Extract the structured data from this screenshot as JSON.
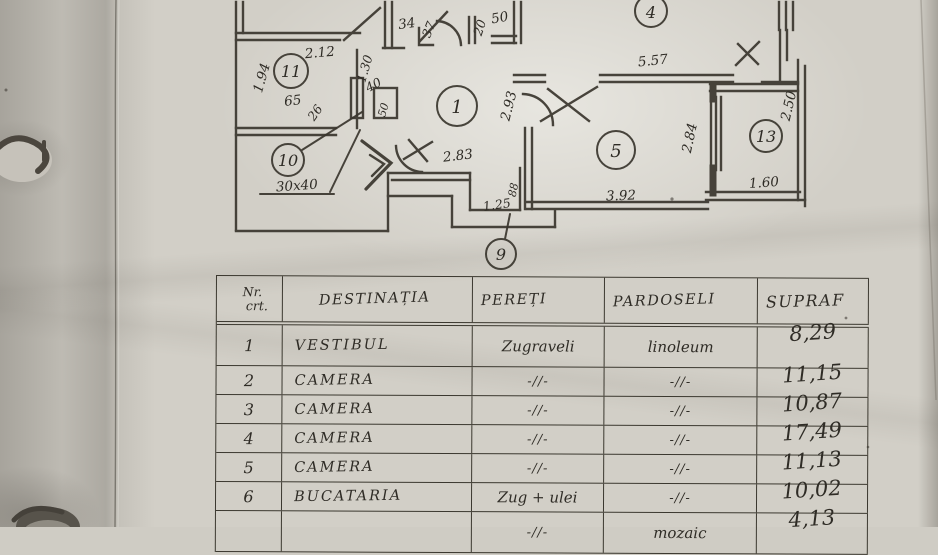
{
  "plan": {
    "rooms": [
      "11",
      "10",
      "1",
      "4",
      "5",
      "13",
      "9"
    ],
    "dims": [
      "1.94",
      "65",
      "2.12",
      "26",
      "1.30",
      "40",
      "50",
      "34",
      "37",
      "20",
      "50",
      "5.57",
      "2.93",
      "2.83",
      "3.92",
      "2.84",
      "2.50",
      "1.60",
      "1.25",
      "88"
    ],
    "note": "30x40"
  },
  "table": {
    "headers": {
      "nr1": "Nr.",
      "nr2": "crt.",
      "destinatia": "DESTINAȚIA",
      "pereti": "PEREȚI",
      "pardoseli": "PARDOSELI",
      "supraf": "SUPRAF"
    },
    "rows": [
      {
        "nr": "1",
        "destinatia": "VESTIBUL",
        "pereti": "Zugraveli",
        "pardoseli": "linoleum",
        "supraf": "8,29"
      },
      {
        "nr": "2",
        "destinatia": "CAMERA",
        "pereti": "-//-",
        "pardoseli": "-//-",
        "supraf": "11,15"
      },
      {
        "nr": "3",
        "destinatia": "CAMERA",
        "pereti": "-//-",
        "pardoseli": "-//-",
        "supraf": "10,87"
      },
      {
        "nr": "4",
        "destinatia": "CAMERA",
        "pereti": "-//-",
        "pardoseli": "-//-",
        "supraf": "17,49"
      },
      {
        "nr": "5",
        "destinatia": "CAMERA",
        "pereti": "-//-",
        "pardoseli": "-//-",
        "supraf": "11,13"
      },
      {
        "nr": "6",
        "destinatia": "BUCATARIA",
        "pereti": "Zug + ulei",
        "pardoseli": "-//-",
        "supraf": "10,02"
      },
      {
        "pereti": "-//-",
        "pardoseli": "mozaic",
        "supraf": "4,13"
      }
    ]
  },
  "colors": {
    "ink": "#312e27",
    "paper": "#d2cfc7"
  }
}
